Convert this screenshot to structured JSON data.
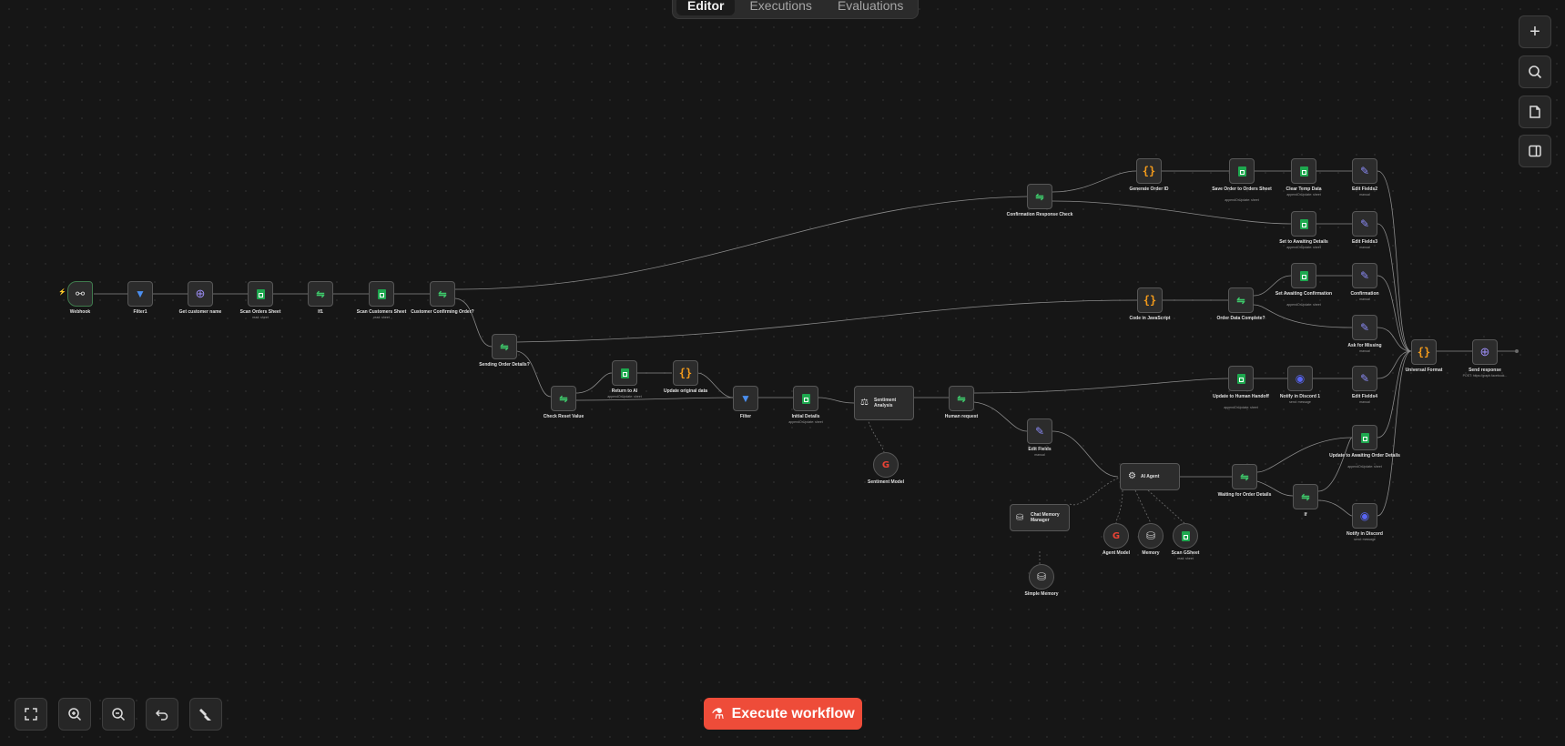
{
  "tabs": [
    "Editor",
    "Executions",
    "Evaluations"
  ],
  "active_tab": "Editor",
  "execute_label": "Execute workflow",
  "nodes": {
    "webhook": {
      "label": "Webhook"
    },
    "filter1": {
      "label": "Filter1"
    },
    "get_customer_name": {
      "label": "Get customer name"
    },
    "scan_orders_sheet": {
      "label": "Scan Orders Sheet",
      "sub": "read: sheet"
    },
    "if1": {
      "label": "If1"
    },
    "scan_customers_sheet": {
      "label": "Scan Customers Sheet",
      "sub": "read: sheet"
    },
    "customer_confirming_order": {
      "label": "Customer Confirming Order?"
    },
    "sending_order_details": {
      "label": "Sending Order Details?"
    },
    "check_reset_value": {
      "label": "Check Reset Value"
    },
    "return_to_ai": {
      "label": "Return to AI",
      "sub": "appendOrUpdate: sheet"
    },
    "update_original_data": {
      "label": "Update original data"
    },
    "filter": {
      "label": "Filter"
    },
    "initial_details": {
      "label": "Initial Details",
      "sub": "appendOrUpdate: sheet"
    },
    "sentiment_analysis": {
      "label": "Sentiment Analysis"
    },
    "sentiment_model": {
      "label": "Sentiment Model"
    },
    "human_request": {
      "label": "Human request"
    },
    "edit_fields": {
      "label": "Edit Fields",
      "sub": "manual"
    },
    "ai_agent": {
      "label": "AI Agent"
    },
    "chat_memory_manager": {
      "label": "Chat Memory Manager"
    },
    "simple_memory": {
      "label": "Simple Memory"
    },
    "agent_model": {
      "label": "Agent Model"
    },
    "memory": {
      "label": "Memory"
    },
    "scan_gsheet": {
      "label": "Scan GSheet",
      "sub": "read: sheet"
    },
    "waiting_for_order_details": {
      "label": "Waiting for Order Details"
    },
    "if": {
      "label": "If"
    },
    "notify_in_discord": {
      "label": "Notify in Discord",
      "sub": "send: message"
    },
    "update_to_awaiting_order_details": {
      "label": "Update to Awaiting Order Details",
      "sub": "appendOrUpdate: sheet"
    },
    "update_to_human_handoff": {
      "label": "Update to Human Handoff",
      "sub": "appendOrUpdate: sheet"
    },
    "notify_in_discord1": {
      "label": "Notify in Discord 1",
      "sub": "send: message"
    },
    "edit_fields4": {
      "label": "Edit Fields4",
      "sub": "manual"
    },
    "confirmation_response_check": {
      "label": "Confirmation Response Check"
    },
    "generate_order_id": {
      "label": "Generate Order ID"
    },
    "save_order_to_orders_sheet": {
      "label": "Save Order to Orders Sheet",
      "sub": "appendOrUpdate: sheet"
    },
    "clear_temp_data": {
      "label": "Clear Temp Data",
      "sub": "appendOrUpdate: sheet"
    },
    "edit_fields2": {
      "label": "Edit Fields2",
      "sub": "manual"
    },
    "set_to_awaiting_details": {
      "label": "Set to Awaiting Details",
      "sub": "appendOrUpdate: sheet"
    },
    "edit_fields3": {
      "label": "Edit Fields3",
      "sub": "manual"
    },
    "code_in_javascript": {
      "label": "Code in JavaScript"
    },
    "order_data_complete": {
      "label": "Order Data Complete?"
    },
    "set_awaiting_confirmation": {
      "label": "Set Awaiting Confirmation",
      "sub": "appendOrUpdate: sheet"
    },
    "confirmation": {
      "label": "Confirmation",
      "sub": "manual"
    },
    "ask_for_missing": {
      "label": "Ask for Missing",
      "sub": "manual"
    },
    "universal_format": {
      "label": "Universal Format"
    },
    "send_response": {
      "label": "Send response",
      "sub": "POST: https://graph.facebook..."
    }
  },
  "colors": {
    "accent": "#ee4c39",
    "sheet": "#1ea84f",
    "code": "#f29a1b",
    "if": "#3ec76a",
    "discord": "#5865f2",
    "edit": "#8b8bf7"
  }
}
